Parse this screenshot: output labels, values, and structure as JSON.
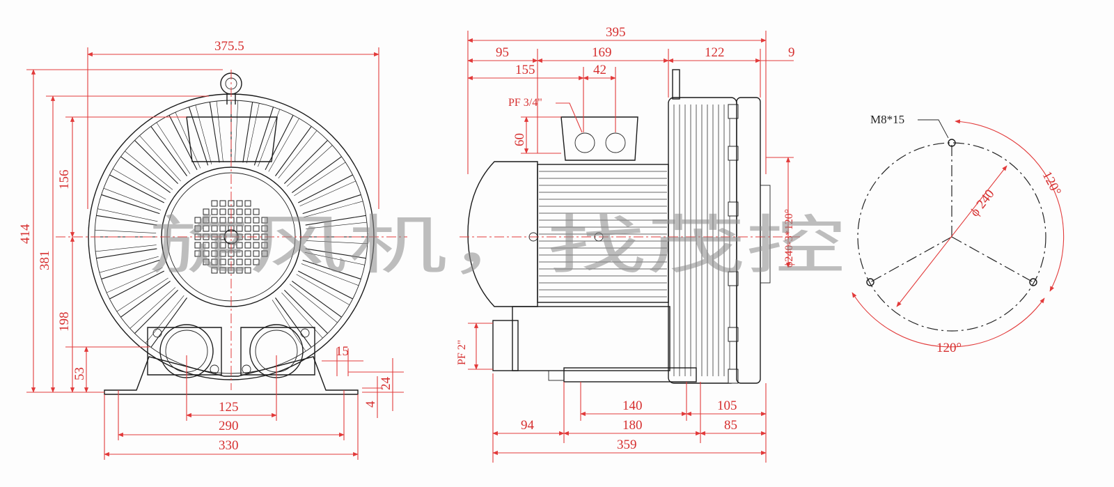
{
  "colors": {
    "dimension": "#e23a3a",
    "drawing": "#1a1a1a",
    "watermark": "#8a8a8a",
    "background": "#fdfdfd"
  },
  "front_view": {
    "dims": {
      "overall_width": "375.5",
      "height_total": "414",
      "height_381": "381",
      "height_156": "156",
      "height_198": "198",
      "height_53": "53",
      "dim_15": "15",
      "dim_24": "24",
      "dim_4": "4",
      "dim_125": "125",
      "dim_290": "290",
      "dim_330": "330"
    }
  },
  "side_view": {
    "dims": {
      "overall_length": "395",
      "dim_95": "95",
      "dim_169": "169",
      "dim_122": "122",
      "dim_9": "9",
      "dim_155": "155",
      "dim_42": "42",
      "dim_60": "60",
      "port_top": "PF  3/4\"",
      "port_side": "PF 2\"",
      "flange_spec": "ϕ240-3*120°",
      "dim_140": "140",
      "dim_105": "105",
      "dim_94": "94",
      "dim_180": "180",
      "dim_85": "85",
      "dim_359": "359"
    }
  },
  "flange_view": {
    "bolt_label": "M8*15",
    "diameter_label": "ϕ 240",
    "angle_right": "120°",
    "angle_bottom": "120°"
  },
  "watermark": {
    "text": "旋风机，找茂控"
  }
}
